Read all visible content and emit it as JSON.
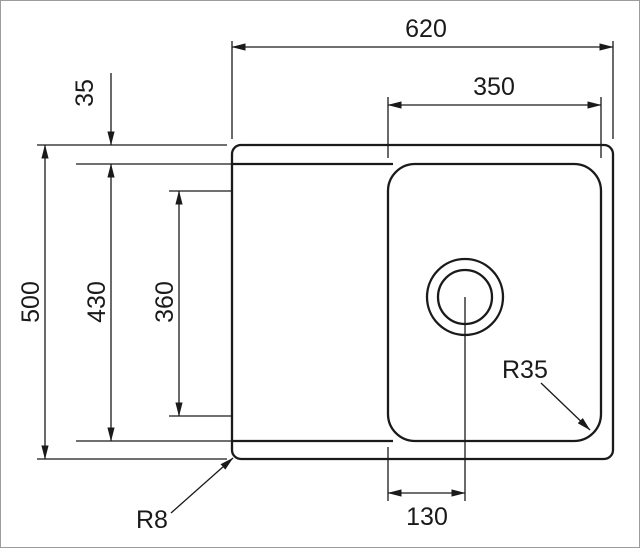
{
  "drawing": {
    "type": "technical-dimension-drawing",
    "subject": "kitchen sink top view with single bowl and drainer",
    "background": "#ffffff",
    "line_color": "#1a1a1a",
    "frame_color": "#9c9c9c",
    "labels": {
      "overall_width": "620",
      "bowl_width": "350",
      "rim_offset": "35",
      "overall_height": "500",
      "inner_height": "430",
      "drainer_length": "360",
      "drain_offset": "130",
      "bowl_corner_radius": "R35",
      "outer_corner_radius": "R8"
    }
  }
}
